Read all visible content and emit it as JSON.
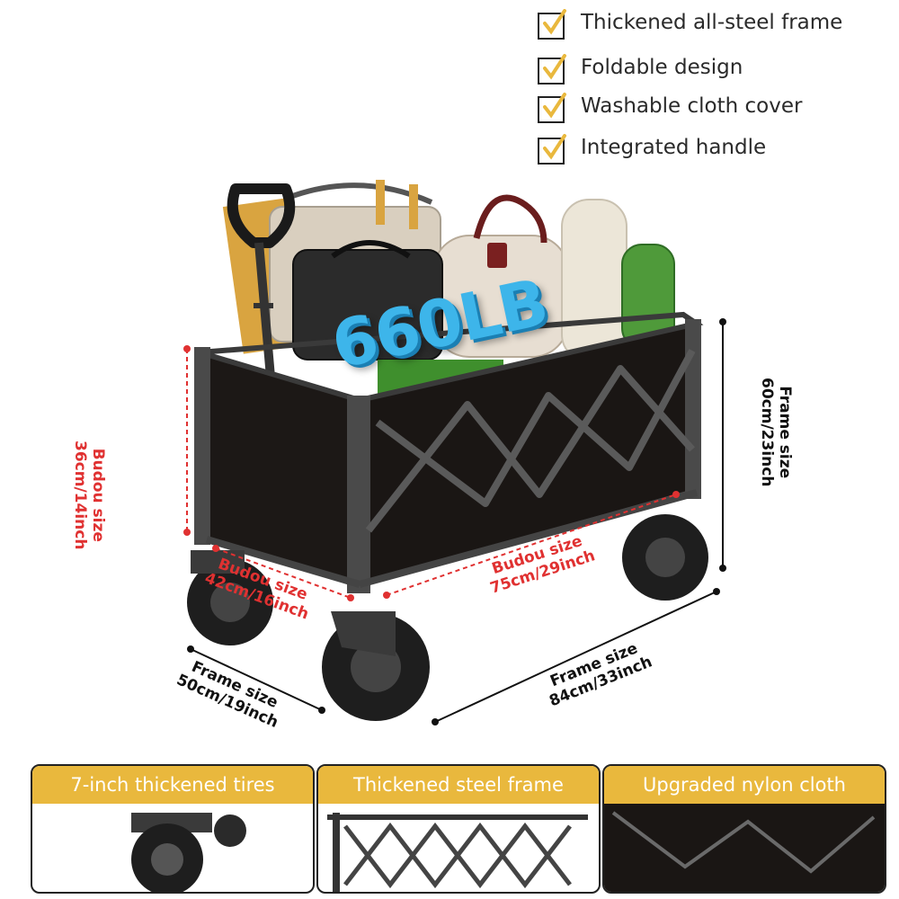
{
  "features": [
    {
      "label": "Thickened all-steel frame",
      "icon": "checkbox-check-icon"
    },
    {
      "label": "Foldable design",
      "icon": "checkbox-check-icon"
    },
    {
      "label": "Washable cloth cover",
      "icon": "checkbox-check-icon"
    },
    {
      "label": "Integrated handle",
      "icon": "checkbox-check-icon"
    }
  ],
  "capacity_label": "660LB",
  "dimensions": {
    "budou_height": "Budou size\n36cm/14inch",
    "frame_height": "Frame size\n60cm/23inch",
    "budou_width": "Budou size\n42cm/16inch",
    "budou_length": "Budou size\n75cm/29inch",
    "frame_width": "Frame size\n50cm/19inch",
    "frame_length": "Frame size\n84cm/33inch"
  },
  "panels": [
    {
      "title": "7-inch thickened tires"
    },
    {
      "title": "Thickened steel frame"
    },
    {
      "title": "Upgraded nylon cloth"
    }
  ],
  "colors": {
    "accent": "#e9b83d",
    "dimension_red": "#e03131",
    "capacity_blue": "#3db5ea",
    "cloth": "#1a1614",
    "frame": "#5a5a5a"
  }
}
